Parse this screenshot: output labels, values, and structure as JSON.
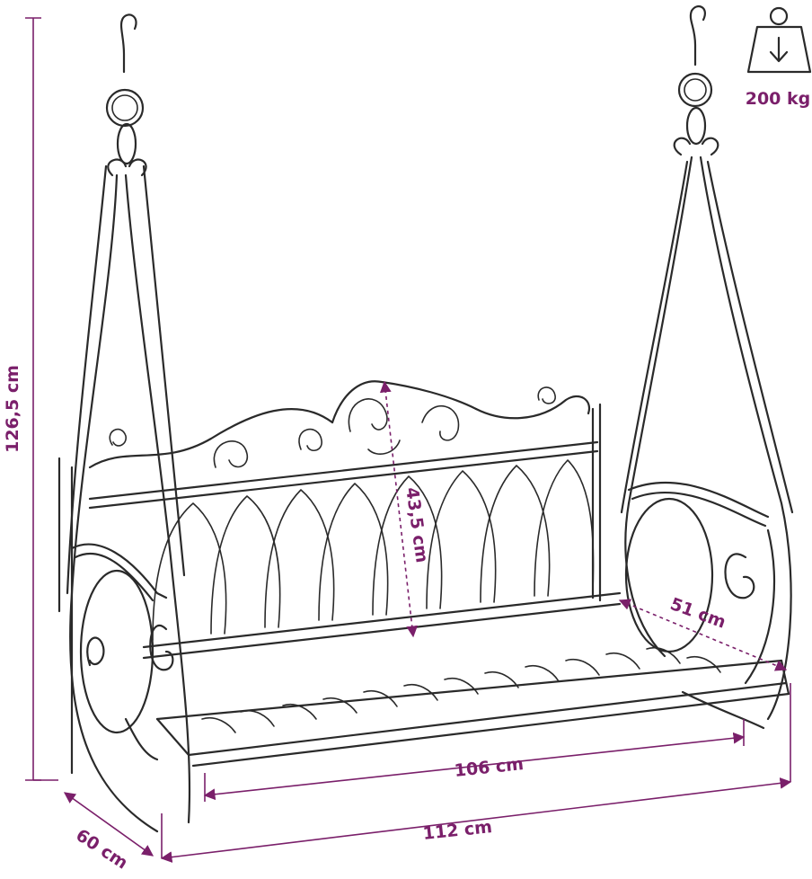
{
  "weight": {
    "label": "200 kg",
    "icon": "weight-icon"
  },
  "dimensions": {
    "height": "126,5 cm",
    "depth": "60 cm",
    "outer_width": "112 cm",
    "seat_width": "106 cm",
    "seat_depth": "51 cm",
    "backrest_height": "43,5 cm"
  },
  "colors": {
    "accent": "#7a1f6a",
    "ink": "#2a2a2a"
  }
}
